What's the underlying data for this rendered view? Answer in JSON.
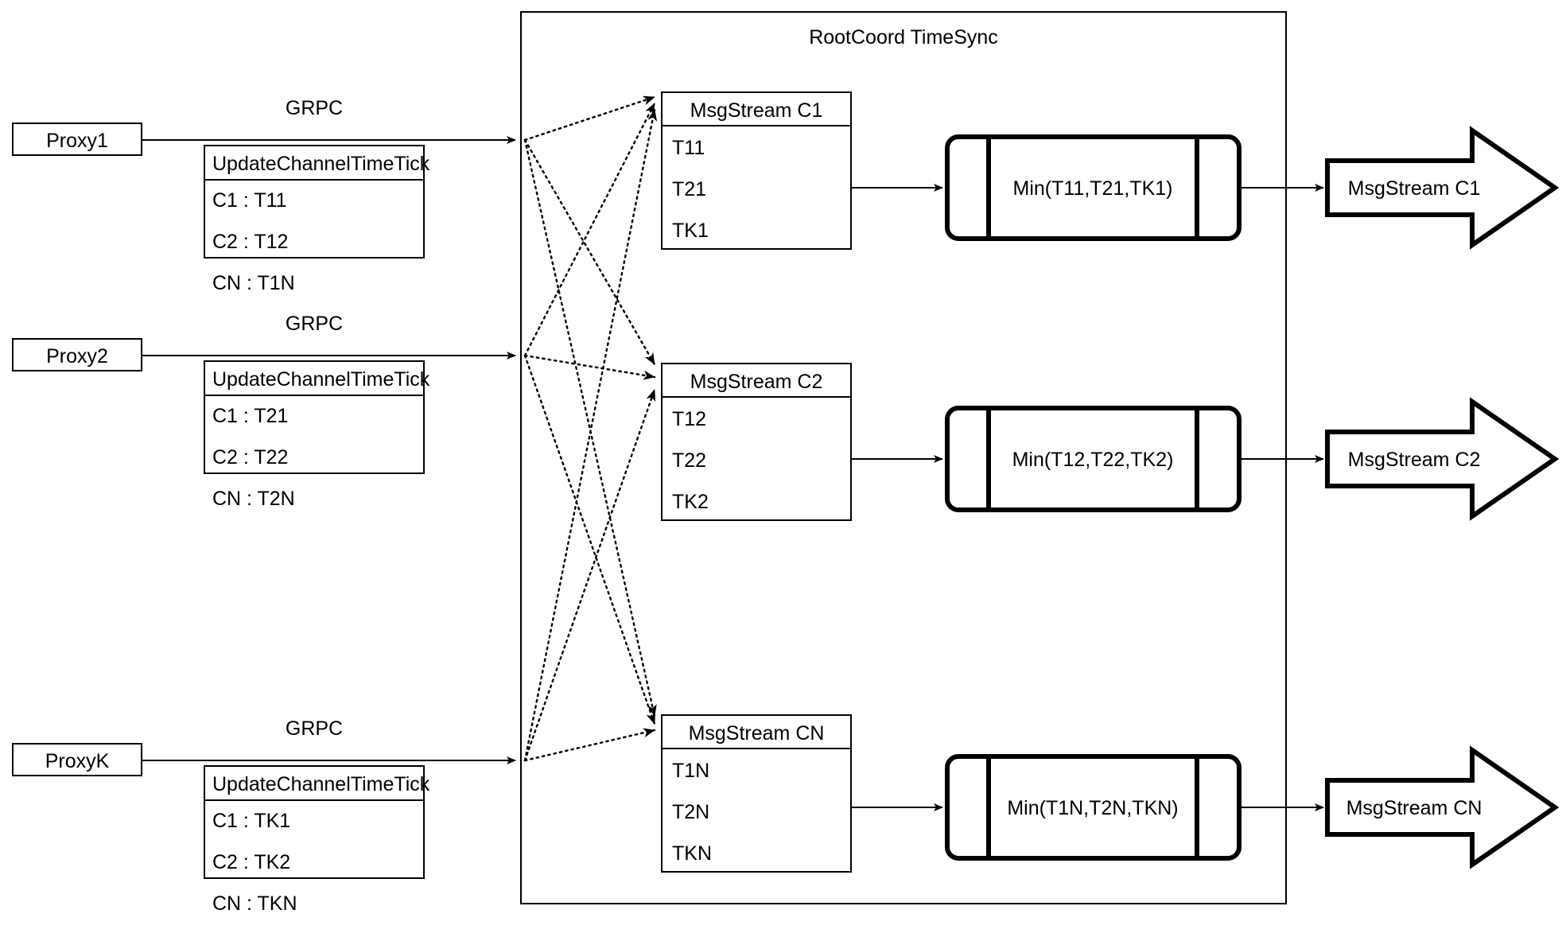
{
  "diagram": {
    "title": "RootCoord TimeSync",
    "container_label": "RootCoord TimeSync"
  },
  "rows": [
    {
      "proxy": {
        "label": "Proxy1"
      },
      "grpc_label": "GRPC",
      "tick_table": {
        "header": "UpdateChannelTimeTick",
        "rows": [
          "C1 :  T11",
          "C2 :  T12",
          "CN : T1N"
        ]
      },
      "msgstream": {
        "header": "MsgStream C1",
        "rows": [
          "T11",
          "T21",
          "TK1"
        ]
      },
      "process": {
        "label": "Min(T11,T21,TK1)"
      },
      "output": {
        "label": "MsgStream C1"
      }
    },
    {
      "proxy": {
        "label": "Proxy2"
      },
      "grpc_label": "GRPC",
      "tick_table": {
        "header": "UpdateChannelTimeTick",
        "rows": [
          "C1 :  T21",
          "C2 :  T22",
          "CN : T2N"
        ]
      },
      "msgstream": {
        "header": "MsgStream C2",
        "rows": [
          "T12",
          "T22",
          "TK2"
        ]
      },
      "process": {
        "label": "Min(T12,T22,TK2)"
      },
      "output": {
        "label": "MsgStream C2"
      }
    },
    {
      "proxy": {
        "label": "ProxyK"
      },
      "grpc_label": "GRPC",
      "tick_table": {
        "header": "UpdateChannelTimeTick",
        "rows": [
          "C1 :  TK1",
          "C2 :  TK2",
          "CN : TKN"
        ]
      },
      "msgstream": {
        "header": "MsgStream CN",
        "rows": [
          "T1N",
          "T2N",
          "TKN"
        ]
      },
      "process": {
        "label": "Min(T1N,T2N,TKN)"
      },
      "output": {
        "label": "MsgStream CN"
      }
    }
  ],
  "colors": {
    "stroke": "#000000",
    "fill": "#ffffff",
    "text": "#000000"
  }
}
